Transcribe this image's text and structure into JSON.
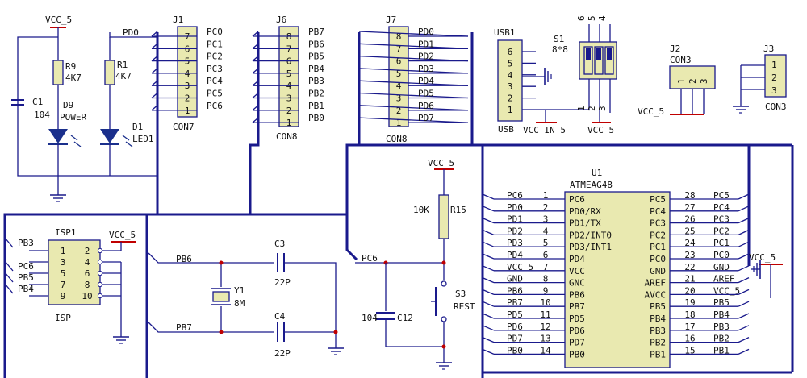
{
  "colors": {
    "wire": "#1a1a8c",
    "bus": "#1a1a8c",
    "red": "#c00000",
    "part": "#e9e9b0",
    "ink": "#101010",
    "led": "#1a2f8c"
  },
  "power": {
    "vcc_left": "VCC_5",
    "vcc_isp": "VCC_5",
    "vcc_reset": "VCC_5",
    "vcc_right": "VCC_5",
    "vcc_j2": "VCC_5",
    "vcc_usb": "VCC_5",
    "vcc_in": "VCC_IN_5"
  },
  "leds": {
    "r9": "R9",
    "r9_val": "4K7",
    "r1": "R1",
    "r1_val": "4K7",
    "pd0": "PD0",
    "c1": "C1",
    "c1_val": "104",
    "d9": "D9",
    "d9_name": "POWER",
    "d1": "D1",
    "d1_name": "LED1"
  },
  "j1": {
    "ref": "J1",
    "name": "CON7",
    "pins": [
      "7",
      "6",
      "5",
      "4",
      "3",
      "2",
      "1"
    ],
    "nets": [
      "PC0",
      "PC1",
      "PC2",
      "PC3",
      "PC4",
      "PC5",
      "PC6"
    ]
  },
  "j6": {
    "ref": "J6",
    "name": "CON8",
    "pins": [
      "8",
      "7",
      "6",
      "5",
      "4",
      "3",
      "2",
      "1"
    ],
    "nets": [
      "PB7",
      "PB6",
      "PB5",
      "PB4",
      "PB3",
      "PB2",
      "PB1",
      "PB0"
    ]
  },
  "j7": {
    "ref": "J7",
    "name": "CON8",
    "pins": [
      "8",
      "7",
      "6",
      "5",
      "4",
      "3",
      "2",
      "1"
    ],
    "nets": [
      "PD0",
      "PD1",
      "PD2",
      "PD3",
      "PD4",
      "PD5",
      "PD6",
      "PD7"
    ]
  },
  "usb": {
    "ref": "USB1",
    "name": "USB",
    "pins": [
      "6",
      "5",
      "4",
      "3",
      "2",
      "1"
    ]
  },
  "s1": {
    "ref": "S1",
    "size": "8*8",
    "top_pins": [
      "6",
      "5",
      "4"
    ],
    "bottom_pins": [
      "1",
      "2",
      "3"
    ]
  },
  "j2": {
    "ref": "J2",
    "name": "CON3",
    "pins": [
      "1",
      "2",
      "3"
    ]
  },
  "j3": {
    "ref": "J3",
    "name": "CON3",
    "pins": [
      "1",
      "2",
      "3"
    ]
  },
  "isp": {
    "ref": "ISP1",
    "name": "ISP",
    "left_pins": [
      "1",
      "3",
      "5",
      "7",
      "9"
    ],
    "right_pins": [
      "2",
      "4",
      "6",
      "8",
      "10"
    ],
    "nets": [
      "PB3",
      "PC6",
      "PB5",
      "PB4"
    ]
  },
  "crystal": {
    "y1": "Y1",
    "y1_val": "8M",
    "c3": "C3",
    "c3_val": "22P",
    "c4": "C4",
    "c4_val": "22P",
    "pb6": "PB6",
    "pb7": "PB7"
  },
  "reset": {
    "r15": "R15",
    "r15_val": "10K",
    "s3": "S3",
    "s3_name": "REST",
    "c12": "C12",
    "c12_val": "104",
    "pc6": "PC6"
  },
  "u1": {
    "ref": "U1",
    "part": "ATMEAG48",
    "left": [
      {
        "pin": "1",
        "name": "PC6",
        "net": "PC6"
      },
      {
        "pin": "2",
        "name": "PD0/RX",
        "net": "PD0"
      },
      {
        "pin": "3",
        "name": "PD1/TX",
        "net": "PD1"
      },
      {
        "pin": "4",
        "name": "PD2/INT0",
        "net": "PD2"
      },
      {
        "pin": "5",
        "name": "PD3/INT1",
        "net": "PD3"
      },
      {
        "pin": "6",
        "name": "PD4",
        "net": "PD4"
      },
      {
        "pin": "7",
        "name": "VCC",
        "net": "VCC_5"
      },
      {
        "pin": "8",
        "name": "GNC",
        "net": "GND"
      },
      {
        "pin": "9",
        "name": "PB6",
        "net": "PB6"
      },
      {
        "pin": "10",
        "name": "PB7",
        "net": "PB7"
      },
      {
        "pin": "11",
        "name": "PD5",
        "net": "PD5"
      },
      {
        "pin": "12",
        "name": "PD6",
        "net": "PD6"
      },
      {
        "pin": "13",
        "name": "PD7",
        "net": "PD7"
      },
      {
        "pin": "14",
        "name": "PB0",
        "net": "PB0"
      }
    ],
    "right": [
      {
        "pin": "28",
        "name": "PC5",
        "net": "PC5"
      },
      {
        "pin": "27",
        "name": "PC4",
        "net": "PC4"
      },
      {
        "pin": "26",
        "name": "PC3",
        "net": "PC3"
      },
      {
        "pin": "25",
        "name": "PC2",
        "net": "PC2"
      },
      {
        "pin": "24",
        "name": "PC1",
        "net": "PC1"
      },
      {
        "pin": "23",
        "name": "PC0",
        "net": "PC0"
      },
      {
        "pin": "22",
        "name": "GND",
        "net": "GND"
      },
      {
        "pin": "21",
        "name": "AREF",
        "net": "AREF"
      },
      {
        "pin": "20",
        "name": "AVCC",
        "net": "VCC_5"
      },
      {
        "pin": "19",
        "name": "PB5",
        "net": "PB5"
      },
      {
        "pin": "18",
        "name": "PB4",
        "net": "PB4"
      },
      {
        "pin": "17",
        "name": "PB3",
        "net": "PB3"
      },
      {
        "pin": "16",
        "name": "PB2",
        "net": "PB2"
      },
      {
        "pin": "15",
        "name": "PB1",
        "net": "PB1"
      }
    ]
  }
}
